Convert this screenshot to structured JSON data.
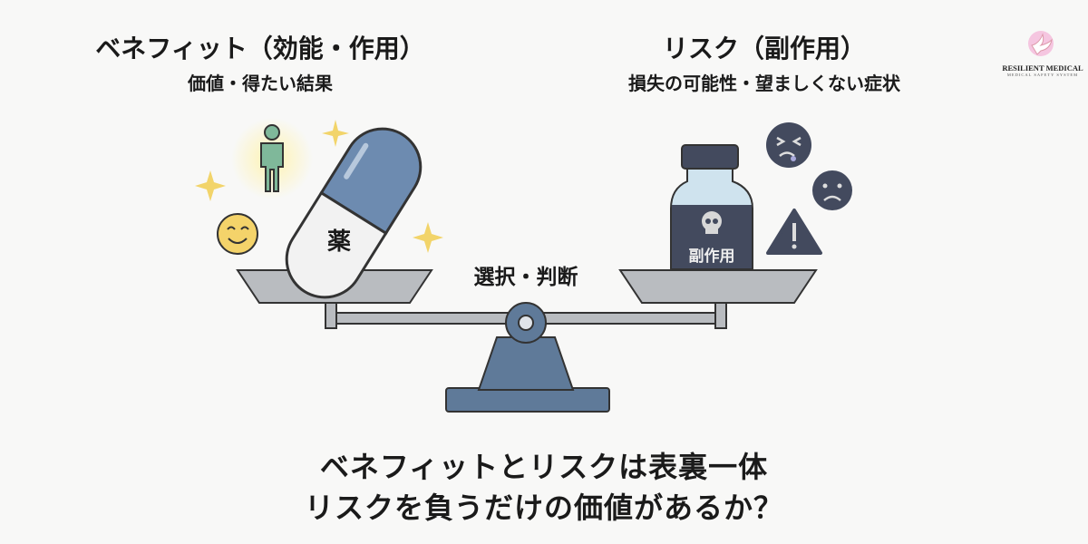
{
  "benefit": {
    "title": "ベネフィット（効能・作用）",
    "subtitle": "価値・得たい結果",
    "pill_label": "薬"
  },
  "risk": {
    "title": "リスク（副作用）",
    "subtitle": "損失の可能性・望ましくない症状",
    "bottle_label": "副作用"
  },
  "center_label": "選択・判断",
  "conclusion": {
    "line1": "ベネフィットとリスクは表裏一体",
    "line2": "リスクを負うだけの価値があるか？"
  },
  "logo": {
    "name": "RESILIENT MEDICAL",
    "tagline": "MEDICAL SAFETY SYSTEM"
  },
  "colors": {
    "scale": "#5f7a99",
    "pan": "#b9bcc0",
    "dark": "#434a5e",
    "pill_blue": "#6d8bb0",
    "sparkle": "#f2d46a"
  }
}
